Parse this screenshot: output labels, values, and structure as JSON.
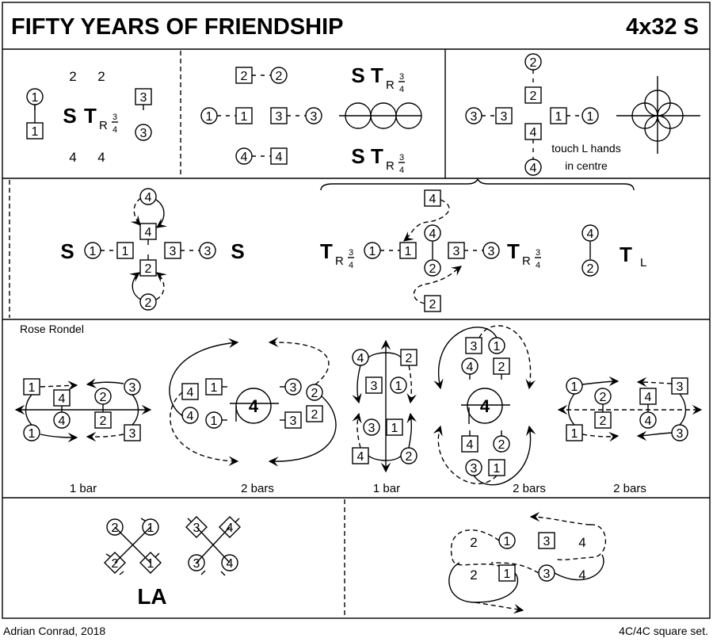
{
  "header": {
    "title": "FIFTY YEARS OF FRIENDSHIP",
    "formation": "4x32 S"
  },
  "footer": {
    "author": "Adrian Conrad, 2018",
    "set": "4C/4C  square set."
  },
  "symbols": {
    "setting": "S",
    "turn": "T",
    "turn_right": "R",
    "frac_num": "3",
    "frac_den": "4",
    "turn_left": "L",
    "lead_all": "LA"
  },
  "panel1": {
    "numbers": [
      "2",
      "2",
      "4",
      "4"
    ],
    "dancers": [
      "c1",
      "s1",
      "s3",
      "c3"
    ]
  },
  "panel2": {
    "dancers": [
      "s2",
      "c2",
      "c1",
      "s1",
      "s3",
      "c3",
      "c4",
      "s4"
    ]
  },
  "panel3": {
    "dancers": [
      "c2",
      "s2",
      "s4",
      "c4",
      "c3",
      "s3",
      "s1",
      "c1"
    ],
    "note_line1": "touch L hands",
    "note_line2": "in centre"
  },
  "panel4": {
    "dancers": [
      "c1",
      "s1",
      "s3",
      "c3",
      "s4",
      "c4",
      "s2",
      "c2"
    ]
  },
  "panel5": {
    "dancers": [
      "c1",
      "s1",
      "c4",
      "c2",
      "s3",
      "c3",
      "s4",
      "s2",
      "c4",
      "c2"
    ]
  },
  "rose_rondel": {
    "title": "Rose Rondel",
    "bar_labels": [
      "1 bar",
      "2 bars",
      "1 bar",
      "2 bars",
      "2 bars"
    ],
    "center_label": "4",
    "figA": [
      "s1",
      "c1",
      "s4",
      "c4",
      "c2",
      "s2",
      "c3",
      "s3"
    ],
    "figB": [
      "s4",
      "c4",
      "s1",
      "c1",
      "c3",
      "s3",
      "c2",
      "s2"
    ],
    "figC": [
      "c4",
      "s2",
      "s3",
      "c1",
      "c3",
      "s1",
      "s4",
      "c2"
    ],
    "figD": [
      "s3",
      "c1",
      "c4",
      "s2",
      "s4",
      "c2",
      "c3",
      "s1"
    ],
    "figE": [
      "c1",
      "s1",
      "c2",
      "s2",
      "s4",
      "c4",
      "s3",
      "c3"
    ]
  },
  "panel7": {
    "dancers": [
      "c2",
      "c1",
      "d2",
      "d1",
      "d3",
      "d4",
      "c3",
      "c4"
    ]
  },
  "panel8": {
    "numbers": [
      "2",
      "4",
      "2",
      "4"
    ],
    "dancers": [
      "c1",
      "s3",
      "s1",
      "c3"
    ]
  }
}
